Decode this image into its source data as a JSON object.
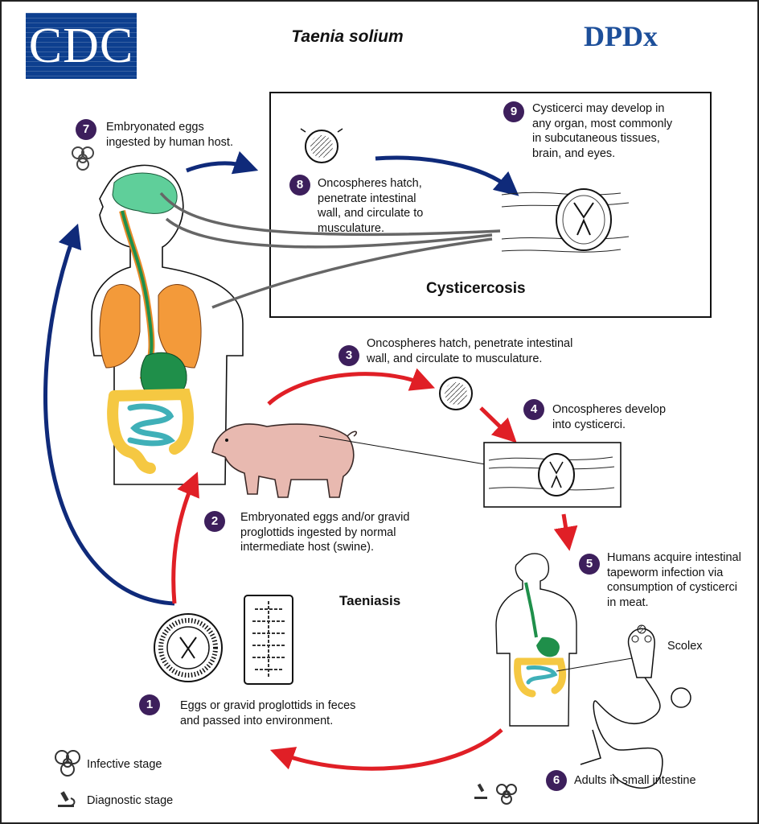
{
  "header": {
    "title": "Taenia solium",
    "logo_left": "CDC",
    "logo_right": "DPDx"
  },
  "sections": {
    "cysticercosis": "Cysticercosis",
    "taeniasis": "Taeniasis"
  },
  "steps": [
    {
      "num": "1",
      "lines": [
        "Eggs or gravid proglottids in feces",
        "and passed into environment."
      ]
    },
    {
      "num": "2",
      "lines": [
        "Embryonated eggs and/or gravid",
        "proglottids ingested by normal",
        "intermediate host (swine)."
      ]
    },
    {
      "num": "3",
      "lines": [
        "Oncospheres hatch, penetrate intestinal",
        "wall, and circulate to musculature."
      ]
    },
    {
      "num": "4",
      "lines": [
        "Oncospheres develop",
        "into cysticerci."
      ]
    },
    {
      "num": "5",
      "lines": [
        "Humans acquire intestinal",
        "tapeworm infection via",
        "consumption of cysticerci",
        "in meat."
      ]
    },
    {
      "num": "6",
      "lines": [
        "Adults in small intestine"
      ]
    },
    {
      "num": "7",
      "lines": [
        "Embryonated eggs",
        "ingested by human host."
      ]
    },
    {
      "num": "8",
      "lines": [
        "Oncospheres hatch,",
        "penetrate intestinal",
        "wall, and circulate to",
        "musculature."
      ]
    },
    {
      "num": "9",
      "lines": [
        "Cysticerci may develop in",
        "any organ, most commonly",
        "in subcutaneous tissues,",
        "brain, and eyes."
      ]
    }
  ],
  "labels": {
    "scolex": "Scolex"
  },
  "legend": {
    "infective": "Infective stage",
    "diagnostic": "Diagnostic stage"
  },
  "colors": {
    "red_arrow": "#e01f26",
    "blue_arrow": "#0f2a7a",
    "badge": "#3d1f5c",
    "brain": "#5fcf9a",
    "lungs": "#f39a3a",
    "gut": "#1f8f4a",
    "colon": "#f5c842",
    "small_intestine": "#3fb0b8",
    "pig": "#e8b9b0"
  }
}
